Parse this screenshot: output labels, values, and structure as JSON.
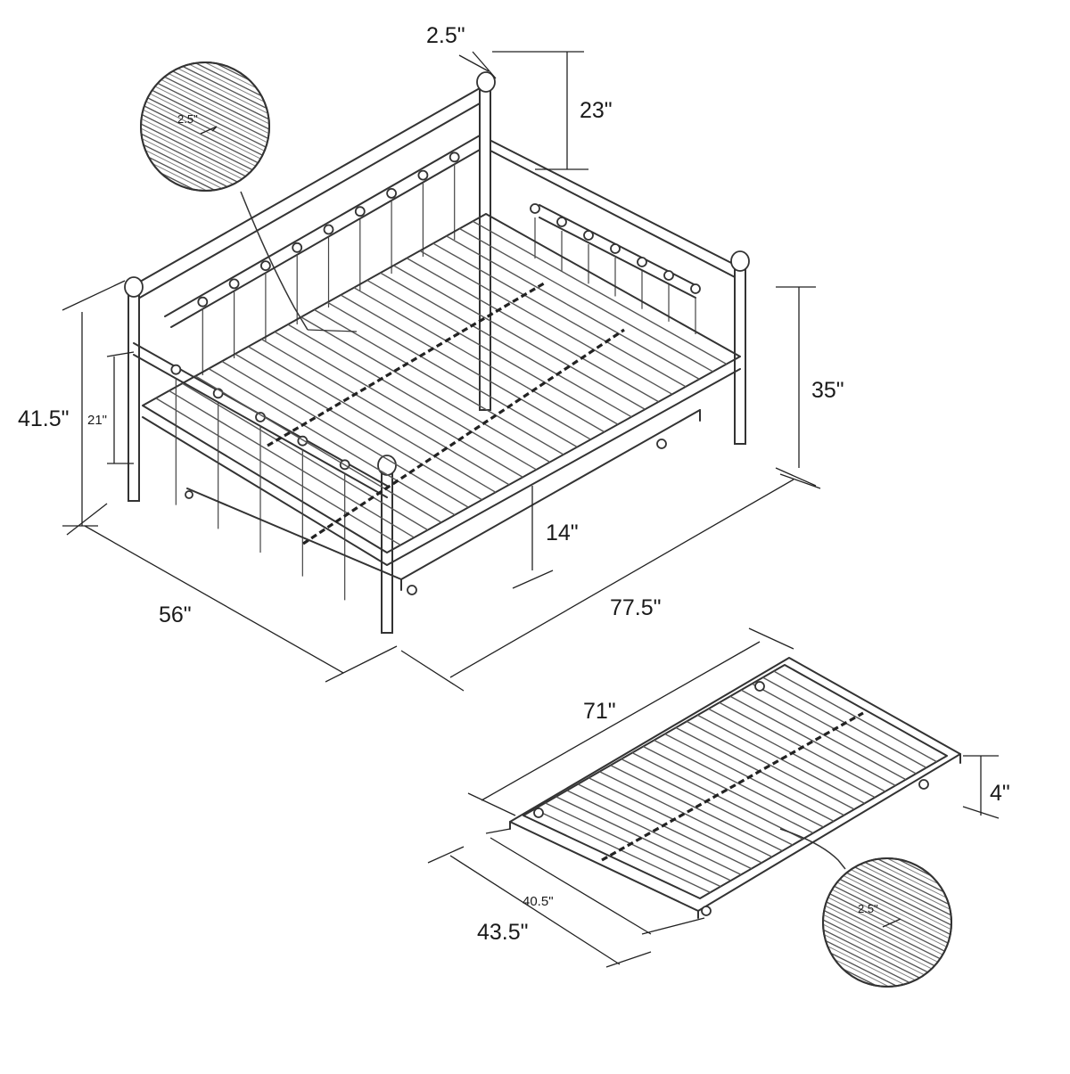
{
  "diagram": {
    "daybed": {
      "finial_diameter": "2.5\"",
      "headboard_above_frame": "23\"",
      "total_height": "41.5\"",
      "side_rail_height": "21\"",
      "end_height": "35\"",
      "under_clearance": "14\"",
      "width": "56\"",
      "length": "77.5\""
    },
    "trundle": {
      "length": "71\"",
      "height": "4\"",
      "inner_width": "40.5\"",
      "outer_width": "43.5\""
    },
    "detail_daybed": {
      "slat_gap": "2.5\""
    },
    "detail_trundle": {
      "slat_gap": "2.5\""
    }
  }
}
